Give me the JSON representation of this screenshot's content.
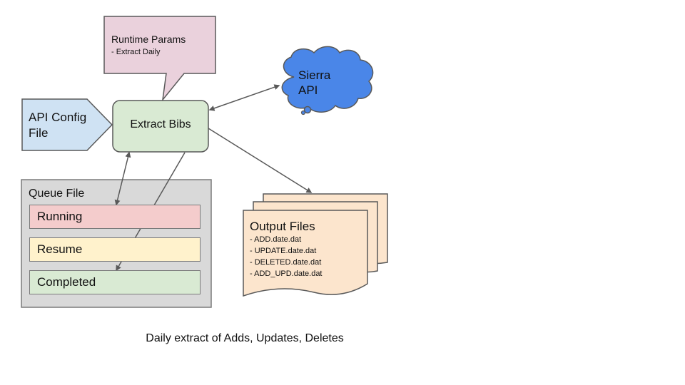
{
  "callout": {
    "title": "Runtime Params",
    "subtitle": "- Extract Daily"
  },
  "cloud": {
    "label": "Sierra API"
  },
  "api_config": {
    "label": "API Config File"
  },
  "extract": {
    "label": "Extract Bibs"
  },
  "queue": {
    "title": "Queue File",
    "items": [
      "Running",
      "Resume",
      "Completed"
    ]
  },
  "output": {
    "title": "Output Files",
    "lines": [
      "- ADD.date.dat",
      "- UPDATE.date.dat",
      "- DELETED.date.dat",
      "- ADD_UPD.date.dat"
    ]
  },
  "caption": "Daily extract of Adds, Updates, Deletes",
  "colors": {
    "callout_fill": "#ead1dc",
    "cloud_fill": "#4a86e8",
    "api_config_fill": "#cfe2f3",
    "extract_fill": "#d9ead3",
    "queue_fill": "#d9d9d9",
    "running_fill": "#f4cccc",
    "resume_fill": "#fff2cc",
    "completed_fill": "#d9ead3",
    "output_fill": "#fce5cd",
    "stroke": "#595959"
  }
}
